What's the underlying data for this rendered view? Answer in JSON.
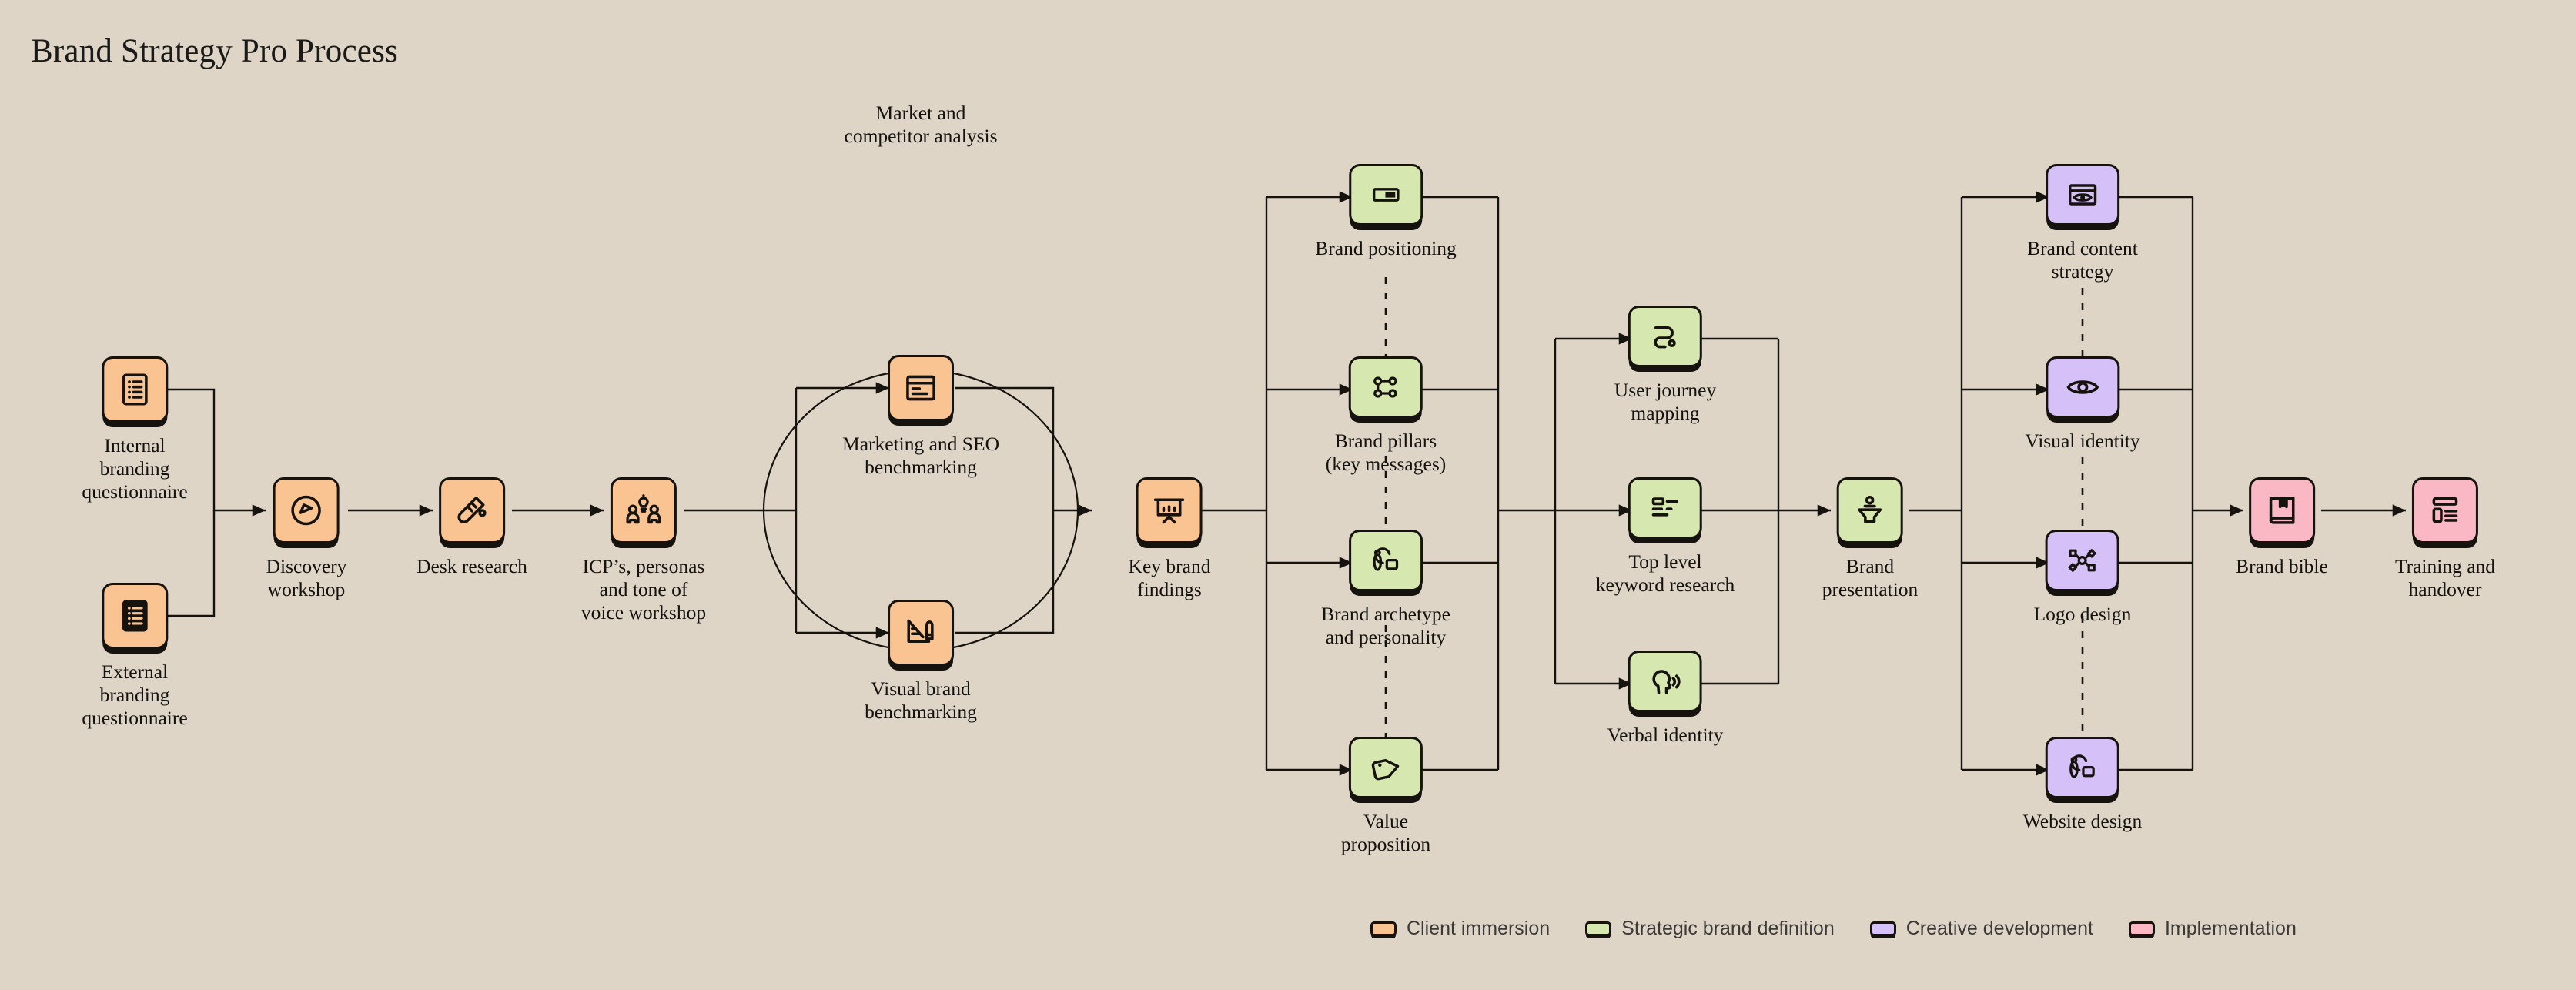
{
  "title": "Brand Strategy Pro Process",
  "colors": {
    "background": "#ded5c7",
    "stroke": "#16130f",
    "client_immersion": "#f9c392",
    "strategic_brand_definition": "#d6e8b0",
    "creative_development": "#d5c0f7",
    "implementation": "#f9b8c4",
    "label_text": "#14120f",
    "legend_text": "#3c3a38"
  },
  "groups": {
    "market_analysis": {
      "label": "Market and\ncompetitor analysis"
    }
  },
  "nodes": {
    "internal_questionnaire": {
      "label": "Internal\nbranding\nquestionnaire",
      "icon": "list-document-icon",
      "category": "client_immersion"
    },
    "external_questionnaire": {
      "label": "External\nbranding\nquestionnaire",
      "icon": "filled-list-document-icon",
      "category": "client_immersion"
    },
    "discovery_workshop": {
      "label": "Discovery\nworkshop",
      "icon": "compass-icon",
      "category": "client_immersion"
    },
    "desk_research": {
      "label": "Desk research",
      "icon": "test-tube-icon",
      "category": "client_immersion"
    },
    "icp_personas": {
      "label": "ICP’s, personas\nand tone of\nvoice workshop",
      "icon": "people-idea-icon",
      "category": "client_immersion"
    },
    "marketing_seo": {
      "label": "Marketing and SEO\nbenchmarking",
      "icon": "browser-window-icon",
      "category": "client_immersion"
    },
    "visual_brand": {
      "label": "Visual brand\nbenchmarking",
      "icon": "ruler-pencil-icon",
      "category": "client_immersion"
    },
    "key_brand_findings": {
      "label": "Key brand\nfindings",
      "icon": "presentation-chart-icon",
      "category": "client_immersion"
    },
    "brand_positioning": {
      "label": "Brand positioning",
      "icon": "position-bar-icon",
      "category": "strategic_brand_definition"
    },
    "brand_pillars": {
      "label": "Brand pillars\n(key messages)",
      "icon": "node-network-icon",
      "category": "strategic_brand_definition"
    },
    "brand_archetype": {
      "label": "Brand archetype\nand personality",
      "icon": "brush-shape-icon",
      "category": "strategic_brand_definition"
    },
    "value_proposition": {
      "label": "Value\nproposition",
      "icon": "price-tag-icon",
      "category": "strategic_brand_definition"
    },
    "user_journey": {
      "label": "User journey\nmapping",
      "icon": "winding-path-icon",
      "category": "strategic_brand_definition"
    },
    "keyword_research": {
      "label": "Top level\nkeyword research",
      "icon": "text-lines-icon",
      "category": "strategic_brand_definition"
    },
    "verbal_identity": {
      "label": "Verbal identity",
      "icon": "speaking-head-icon",
      "category": "strategic_brand_definition"
    },
    "brand_presentation": {
      "label": "Brand\npresentation",
      "icon": "podium-speaker-icon",
      "category": "strategic_brand_definition"
    },
    "brand_content_strategy": {
      "label": "Brand content\nstrategy",
      "icon": "window-eye-icon",
      "category": "creative_development"
    },
    "visual_identity": {
      "label": "Visual identity",
      "icon": "eye-icon",
      "category": "creative_development"
    },
    "logo_design": {
      "label": "Logo design",
      "icon": "logo-shapes-icon",
      "category": "creative_development"
    },
    "website_design": {
      "label": "Website design",
      "icon": "brush-shape-icon",
      "category": "creative_development"
    },
    "brand_bible": {
      "label": "Brand bible",
      "icon": "bookmarked-book-icon",
      "category": "implementation"
    },
    "training_handover": {
      "label": "Training and\nhandover",
      "icon": "layout-list-icon",
      "category": "implementation"
    }
  },
  "legend": [
    {
      "label": "Client immersion",
      "color": "#f9c392"
    },
    {
      "label": "Strategic brand definition",
      "color": "#d6e8b0"
    },
    {
      "label": "Creative development",
      "color": "#d5c0f7"
    },
    {
      "label": "Implementation",
      "color": "#f9b8c4"
    }
  ]
}
